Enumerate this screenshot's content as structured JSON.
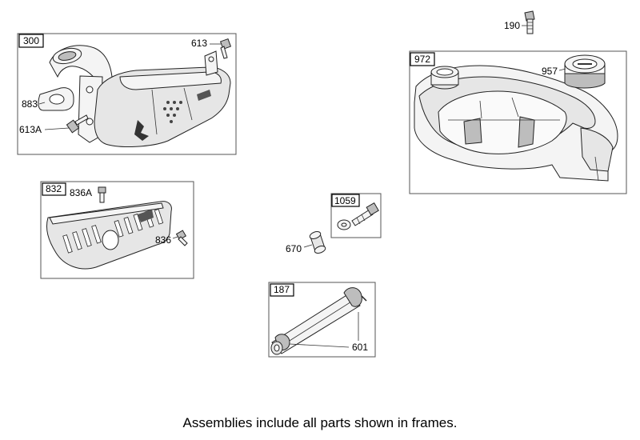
{
  "diagram": {
    "frames": [
      {
        "id": "300"
      },
      {
        "id": "972"
      },
      {
        "id": "832"
      },
      {
        "id": "1059"
      },
      {
        "id": "187"
      }
    ],
    "parts": {
      "p190": "190",
      "p613": "613",
      "p883": "883",
      "p613a": "613A",
      "p957": "957",
      "p836a": "836A",
      "p836": "836",
      "p670": "670",
      "p601": "601"
    },
    "footer": "Assemblies include all parts shown in frames."
  }
}
